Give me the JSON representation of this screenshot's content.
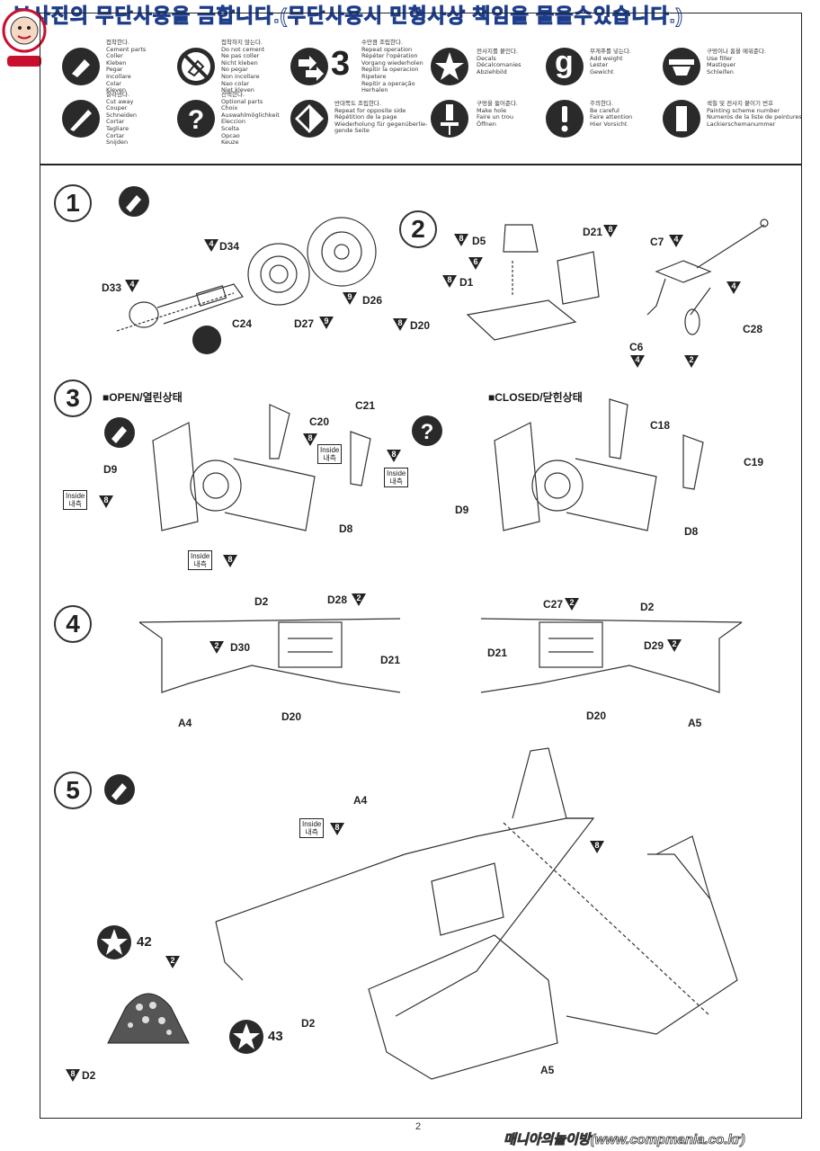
{
  "watermark": "본사진의 무단사용을 금합니다.(무단사용시 민형사상 책임을 물을수있습니다.)",
  "footer_watermark": "매니아의놀이방(www.compmania.co.kr)",
  "page_number": "2",
  "legend": [
    {
      "icon": "cement-icon",
      "text": "접착한다.\nCement parts\nColler\nKleben\nPegar\nIncollare\nColar\nKleven"
    },
    {
      "icon": "no-cement-icon",
      "text": "접착하지 않는다.\nDo not cement\nNe pas coller\nNicht kleben\nNo pegar\nNon incollare\nNao colar\nNiet kleven"
    },
    {
      "icon": "repeat-icon",
      "text": "수만큼 조립한다.\nRepeat operation\nRépéter l'opération\nVorgang wiederholen\nRepitir la operacion\nRipetere\nRepitir a operação\nHerhalen"
    },
    {
      "icon": "decal-star-icon",
      "text": "전사지를 붙인다.\nDecals\nDécalcomanies\nAbziehbild"
    },
    {
      "icon": "weight-icon",
      "text": "무게추를 넣는다.\nAdd weight\nLester\nGewicht"
    },
    {
      "icon": "filler-icon",
      "text": "구멍이나 홈을 메워준다.\nUse filler\nMastiquer\nSchleifen"
    },
    {
      "icon": "cut-away-icon",
      "text": "잘라낸다.\nCut away\nCouper\nSchneiden\nCortar\nTagliare\nCortar\nSnijden"
    },
    {
      "icon": "choice-icon",
      "text": "선택한다.\nOptional parts\nChoix\nAuswahlmöglichkeit\nEleccion\nScelta\nOpcao\nKeuze"
    },
    {
      "icon": "opposite-side-icon",
      "text": "반대쪽도 조립한다.\nRepeat for opposite side\nRépétition de la page\nWiederholung für gegenüberlie-\ngende Seite"
    },
    {
      "icon": "drill-icon",
      "text": "구멍을 뚫어준다.\nMake hole\nFaire un trou\nÖffnen"
    },
    {
      "icon": "caution-icon",
      "text": "주의한다.\nBe careful\nFaire attention\nHier Vorsicht"
    },
    {
      "icon": "paint-scheme-icon",
      "text": "색칠 및 전사지 붙이기 번호\nPainting scheme number\nNumeros de la liste de peintures\nLackierschemanummer"
    }
  ],
  "repeat_number": "3",
  "weight_letter": "g",
  "steps": [
    {
      "num": "1"
    },
    {
      "num": "2"
    },
    {
      "num": "3"
    },
    {
      "num": "4"
    },
    {
      "num": "5"
    }
  ],
  "step3": {
    "open_title": "■OPEN/열린상태",
    "closed_title": "■CLOSED/닫힌상태"
  },
  "inside_label": {
    "en": "Inside",
    "ko": "내측"
  },
  "decal_numbers": {
    "d42": "42",
    "d43": "43"
  },
  "parts": {
    "D34": "D34",
    "D33": "D33",
    "C24": "C24",
    "D27": "D27",
    "D26": "D26",
    "D5": "D5",
    "D21": "D21",
    "C7": "C7",
    "D1": "D1",
    "D20": "D20",
    "C6": "C6",
    "C28": "C28",
    "C20": "C20",
    "C21": "C21",
    "D9": "D9",
    "D8": "D8",
    "C18": "C18",
    "C19": "C19",
    "D2": "D2",
    "D28": "D28",
    "D30": "D30",
    "A4": "A4",
    "C27": "C27",
    "D29": "D29",
    "A5": "A5"
  },
  "paint_codes": [
    "4",
    "9",
    "2",
    "8",
    "6"
  ],
  "colors": {
    "ink": "#222222",
    "watermark_stroke": "#1d3d8a"
  }
}
